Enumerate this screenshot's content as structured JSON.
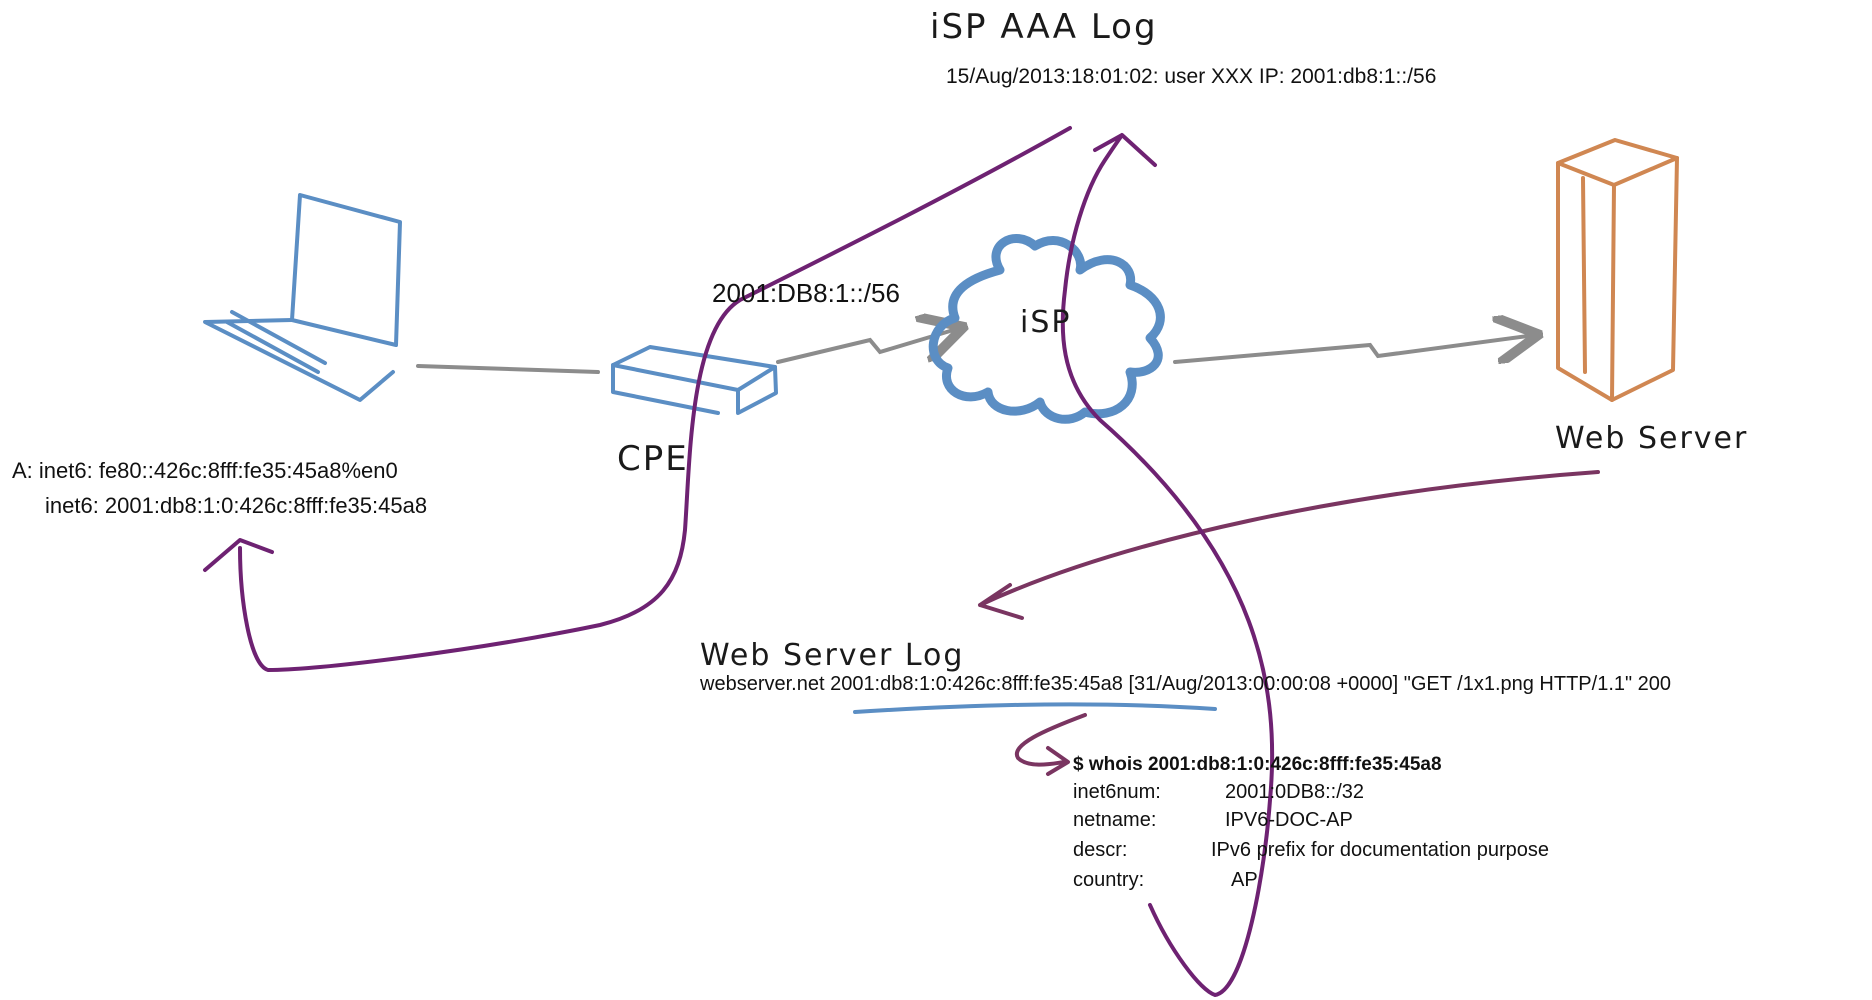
{
  "colors": {
    "device_blue": "#5b8ec4",
    "server_orange": "#d08752",
    "link_gray": "#8c8c8c",
    "trace_purple": "#6e2272",
    "arrow_plum": "#7a3561",
    "underline_blue": "#5b8ec4"
  },
  "labels": {
    "isp_aaa_log": "iSP AAA Log",
    "aaa_entry": "15/Aug/2013:18:01:02: user XXX IP: 2001:db8:1::/56",
    "prefix": "2001:DB8:1::/56",
    "isp": "iSP",
    "cpe": "CPE",
    "web_server": "Web Server",
    "web_server_log": "Web Server Log"
  },
  "host": {
    "line1": "A: inet6: fe80::426c:8fff:fe35:45a8%en0",
    "line2": "inet6: 2001:db8:1:0:426c:8fff:fe35:45a8"
  },
  "log_line": "webserver.net 2001:db8:1:0:426c:8fff:fe35:45a8 [31/Aug/2013:00:00:08 +0000] \"GET /1x1.png HTTP/1.1\" 200",
  "whois": {
    "command": "$ whois 2001:db8:1:0:426c:8fff:fe35:45a8",
    "rows": [
      {
        "key": "inet6num:",
        "value": "2001:0DB8::/32"
      },
      {
        "key": "netname:",
        "value": "IPV6-DOC-AP"
      },
      {
        "key": "descr:",
        "value": "IPv6 prefix for documentation purpose"
      },
      {
        "key": "country:",
        "value": "AP"
      }
    ]
  },
  "icons": [
    "laptop-icon",
    "cpe-router-icon",
    "isp-cloud-icon",
    "web-server-icon"
  ]
}
